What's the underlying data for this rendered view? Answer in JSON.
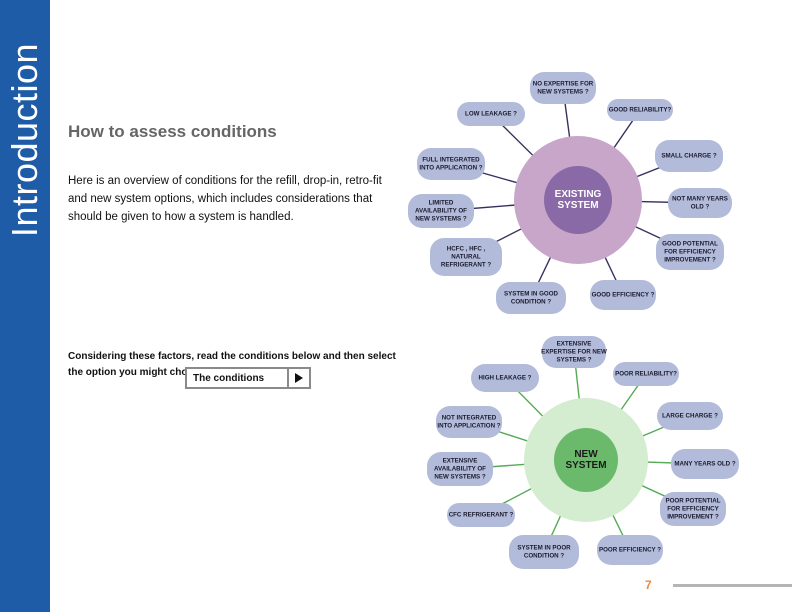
{
  "sidebar": {
    "title": "Introduction"
  },
  "page": {
    "title": "How to assess conditions",
    "intro": "Here is an overview of conditions for the refill, drop-in, retro-fit and new system options, which includes considerations that should be given to how a system is handled.",
    "prompt": "Considering these factors, read the conditions below and then select the option you might choose",
    "conditions_button": "The conditions",
    "page_number": "7"
  },
  "colors": {
    "sidebar": "#1f5ca8",
    "bubble": "#b2bbd9",
    "existing_outer": "#c7a6ca",
    "existing_inner": "#8a6aa6",
    "existing_spoke": "#3a2f5e",
    "new_outer": "#d4ecd0",
    "new_inner": "#6bb96b",
    "new_spoke": "#56a956",
    "page_number": "#f0883a"
  },
  "existing_system": {
    "center": [
      "EXISTING",
      "SYSTEM"
    ],
    "factors": [
      [
        "NO EXPERTISE FOR",
        "NEW SYSTEMS ?"
      ],
      [
        "GOOD RELIABILITY?"
      ],
      [
        "SMALL CHARGE ?"
      ],
      [
        "NOT MANY YEARS",
        "OLD ?"
      ],
      [
        "GOOD POTENTIAL",
        "FOR EFFICIENCY",
        "IMPROVEMENT ?"
      ],
      [
        "GOOD EFFICIENCY ?"
      ],
      [
        "SYSTEM IN GOOD",
        "CONDITION ?"
      ],
      [
        "HCFC , HFC ,",
        "NATURAL",
        "REFRIGERANT ?"
      ],
      [
        "LIMITED",
        "AVAILABILITY OF",
        "NEW SYSTEMS ?"
      ],
      [
        "FULL INTEGRATED",
        "INTO APPLICATION ?"
      ],
      [
        "LOW LEAKAGE ?"
      ]
    ]
  },
  "new_system": {
    "center": [
      "NEW",
      "SYSTEM"
    ],
    "factors": [
      [
        "EXTENSIVE",
        "EXPERTISE FOR NEW",
        "SYSTEMS ?"
      ],
      [
        "POOR RELIABILITY?"
      ],
      [
        "LARGE CHARGE ?"
      ],
      [
        "MANY YEARS OLD ?"
      ],
      [
        "POOR POTENTIAL",
        "FOR EFFICIENCY",
        "IMPROVEMENT ?"
      ],
      [
        "POOR EFFICIENCY ?"
      ],
      [
        "SYSTEM IN POOR",
        "CONDITION ?"
      ],
      [
        "CFC REFRIGERANT ?"
      ],
      [
        "EXTENSIVE",
        "AVAILABILITY OF",
        "NEW SYSTEMS ?"
      ],
      [
        "NOT INTEGRATED",
        "INTO APPLICATION ?"
      ],
      [
        "HIGH LEAKAGE ?"
      ]
    ]
  }
}
